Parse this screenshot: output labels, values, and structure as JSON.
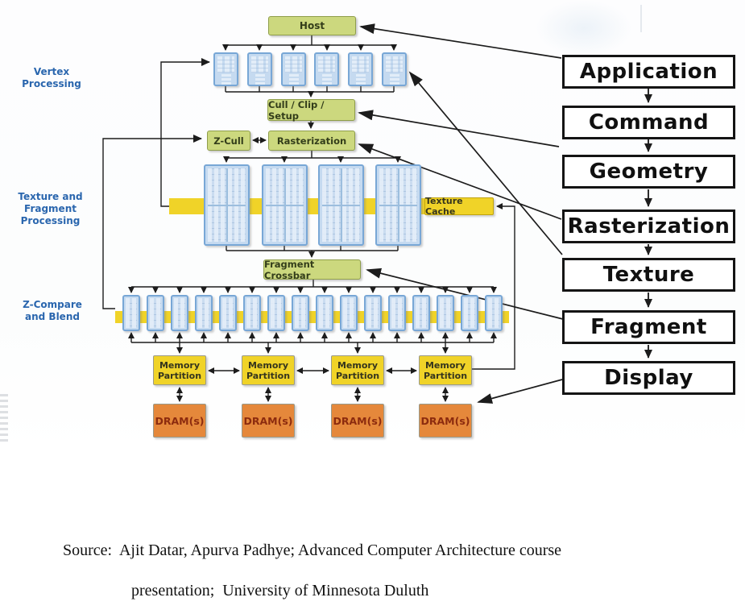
{
  "slide": {
    "section_labels": {
      "vertex": "Vertex Processing",
      "texture_fragment_line1": "Texture and",
      "texture_fragment_line2": "Fragment Processing",
      "z_compare_line1": "Z-Compare",
      "z_compare_line2": "and Blend"
    },
    "blocks": {
      "host": "Host",
      "cull_clip_setup": "Cull / Clip / Setup",
      "z_cull": "Z-Cull",
      "rasterization": "Rasterization",
      "texture_cache": "Texture Cache",
      "fragment_crossbar": "Fragment Crossbar",
      "memory_partition_line1": "Memory",
      "memory_partition_line2": "Partition",
      "dram": "DRAM(s)"
    },
    "unit_counts": {
      "vertex_processors": 6,
      "fragment_processors": 4,
      "z_compare_blend_units": 16,
      "memory_partitions": 4,
      "drams": 4
    },
    "colors": {
      "green_block": "#ccd87e",
      "blue_unit": "#c5daf0",
      "yellow": "#f0d328",
      "orange_dram": "#e5883b",
      "label_blue": "#2a66ae"
    }
  },
  "pipeline": {
    "stages": [
      {
        "label": "Application"
      },
      {
        "label": "Command"
      },
      {
        "label": "Geometry"
      },
      {
        "label": "Rasterization"
      },
      {
        "label": "Texture"
      },
      {
        "label": "Fragment"
      },
      {
        "label": "Display"
      }
    ]
  },
  "source_note": {
    "line1": "Source:  Ajit Datar, Apurva Padhye; Advanced Computer Architecture course",
    "line2": "presentation;  University of Minnesota Duluth"
  }
}
